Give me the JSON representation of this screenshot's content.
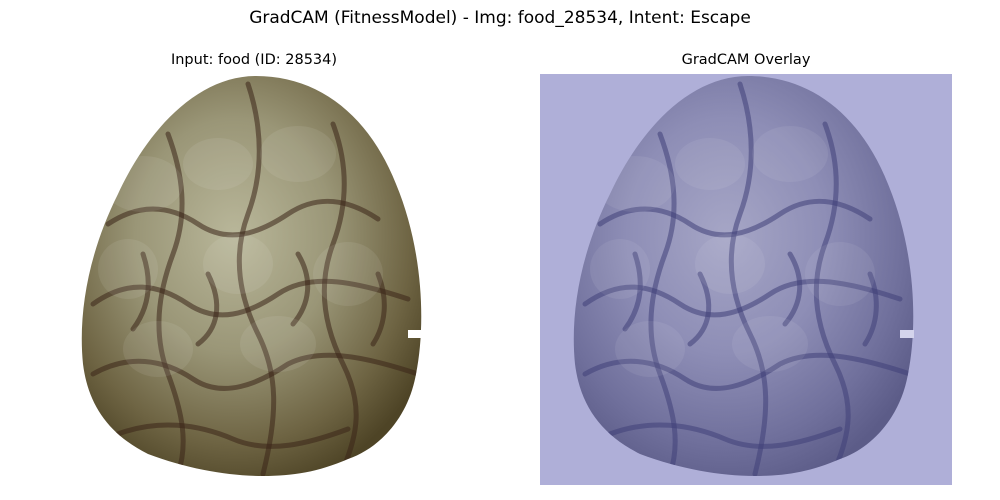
{
  "figure": {
    "suptitle": "GradCAM (FitnessModel) - Img: food_28534, Intent: Escape"
  },
  "panels": [
    {
      "title": "Input: food (ID: 28534)",
      "content": "photo of a green-brown scaly fruit (custard-apple / sugar-apple) on white background"
    },
    {
      "title": "GradCAM Overlay",
      "content": "same fruit tinted with a uniform pale blue-lavender heatmap overlay"
    }
  ],
  "colors": {
    "overlay_background": "#afafd8",
    "fruit_light": "#a9a88a",
    "fruit_dark": "#5a4a2a",
    "vein_dark": "#3a2418",
    "overlay_fruit_light": "#9a9ac0",
    "overlay_fruit_dark": "#5d5d8c"
  }
}
